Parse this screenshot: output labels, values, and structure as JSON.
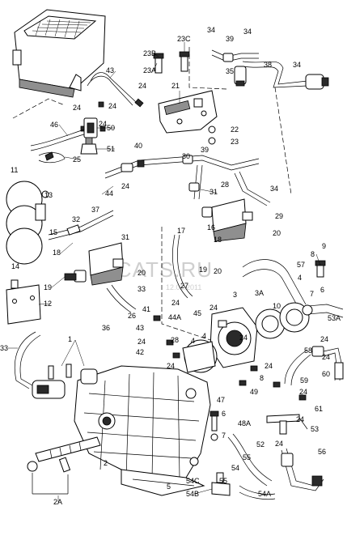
{
  "watermark": {
    "brand": "ELCATS.RU",
    "code": "12.02.2011"
  },
  "callouts": [
    {
      "text": "23B"
    },
    {
      "text": "23C"
    },
    {
      "text": "34"
    },
    {
      "text": "39"
    },
    {
      "text": "34"
    },
    {
      "text": "23A"
    },
    {
      "text": "43"
    },
    {
      "text": "38"
    },
    {
      "text": "34"
    },
    {
      "text": "35"
    },
    {
      "text": "24"
    },
    {
      "text": "21"
    },
    {
      "text": "24"
    },
    {
      "text": "24"
    },
    {
      "text": "22"
    },
    {
      "text": "46"
    },
    {
      "text": "50"
    },
    {
      "text": "23"
    },
    {
      "text": "51"
    },
    {
      "text": "25"
    },
    {
      "text": "40"
    },
    {
      "text": "30"
    },
    {
      "text": "39"
    },
    {
      "text": "28"
    },
    {
      "text": "11"
    },
    {
      "text": "24"
    },
    {
      "text": "34"
    },
    {
      "text": "44"
    },
    {
      "text": "31"
    },
    {
      "text": "13"
    },
    {
      "text": "37"
    },
    {
      "text": "32"
    },
    {
      "text": "29"
    },
    {
      "text": "16"
    },
    {
      "text": "17"
    },
    {
      "text": "20"
    },
    {
      "text": "15"
    },
    {
      "text": "31"
    },
    {
      "text": "8"
    },
    {
      "text": "9"
    },
    {
      "text": "18"
    },
    {
      "text": "57"
    },
    {
      "text": "14"
    },
    {
      "text": "20"
    },
    {
      "text": "18"
    },
    {
      "text": "19"
    },
    {
      "text": "4"
    },
    {
      "text": "12"
    },
    {
      "text": "20"
    },
    {
      "text": "7"
    },
    {
      "text": "19"
    },
    {
      "text": "33"
    },
    {
      "text": "27"
    },
    {
      "text": "6"
    },
    {
      "text": "3"
    },
    {
      "text": "3A"
    },
    {
      "text": "10"
    },
    {
      "text": "41"
    },
    {
      "text": "24"
    },
    {
      "text": "45"
    },
    {
      "text": "53A"
    },
    {
      "text": "36"
    },
    {
      "text": "26"
    },
    {
      "text": "1"
    },
    {
      "text": "44A"
    },
    {
      "text": "24"
    },
    {
      "text": "43"
    },
    {
      "text": "28"
    },
    {
      "text": "24"
    },
    {
      "text": "33"
    },
    {
      "text": "42"
    },
    {
      "text": "4"
    },
    {
      "text": "58"
    },
    {
      "text": "24"
    },
    {
      "text": "24"
    },
    {
      "text": "60"
    },
    {
      "text": "59"
    },
    {
      "text": "24"
    },
    {
      "text": "49"
    },
    {
      "text": "47"
    },
    {
      "text": "8"
    },
    {
      "text": "61"
    },
    {
      "text": "6"
    },
    {
      "text": "48A"
    },
    {
      "text": "24"
    },
    {
      "text": "53"
    },
    {
      "text": "7"
    },
    {
      "text": "52"
    },
    {
      "text": "24"
    },
    {
      "text": "2"
    },
    {
      "text": "55"
    },
    {
      "text": "56"
    },
    {
      "text": "54"
    },
    {
      "text": "54C"
    },
    {
      "text": "54B"
    },
    {
      "text": "5"
    },
    {
      "text": "55"
    },
    {
      "text": "54A"
    },
    {
      "text": "2A"
    },
    {
      "text": "4"
    },
    {
      "text": "24"
    },
    {
      "text": "24"
    },
    {
      "text": "24"
    },
    {
      "text": "24"
    }
  ]
}
